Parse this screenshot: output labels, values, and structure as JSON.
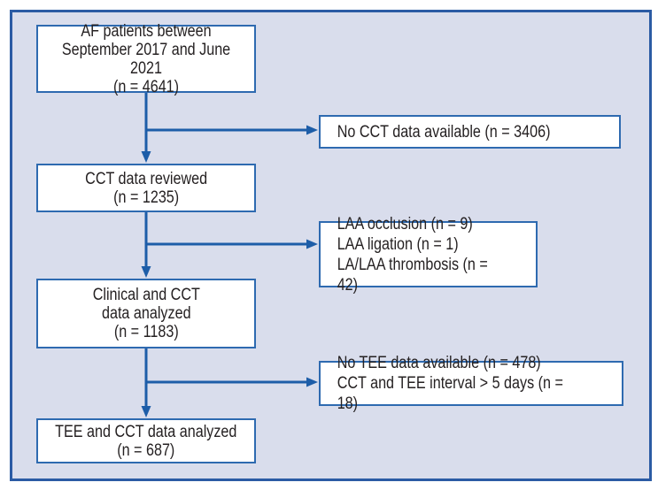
{
  "figure": {
    "type": "flowchart",
    "description": "Study patient selection flow diagram",
    "colors": {
      "bg_panel": "#d9ddec",
      "frame": "#2b5ba4",
      "box_border": "#2e6ab0",
      "box_fill": "#ffffff",
      "arrow": "#1d5da8",
      "text": "#252122",
      "page": "#ffffff"
    },
    "nodes": {
      "main": [
        {
          "id": "af-patients",
          "label": "AF patients between\nSeptember 2017 and June 2021\n(n = 4641)"
        },
        {
          "id": "cct-reviewed",
          "label": "CCT data reviewed\n(n = 1235)"
        },
        {
          "id": "clinical-cct-analyzed",
          "label": "Clinical and CCT\ndata analyzed\n(n = 1183)"
        },
        {
          "id": "tee-cct-analyzed",
          "label": "TEE and CCT data analyzed\n(n = 687)"
        }
      ],
      "exclusions": [
        {
          "id": "no-cct-data",
          "label": "No CCT data available (n = 3406)"
        },
        {
          "id": "laa-exclusions",
          "label": "LAA occlusion (n = 9)\nLAA ligation (n = 1)\nLA/LAA thrombosis (n = 42)"
        },
        {
          "id": "no-tee-data",
          "label": "No TEE data available (n = 478)\nCCT and TEE interval > 5 days (n = 18)"
        }
      ]
    }
  }
}
